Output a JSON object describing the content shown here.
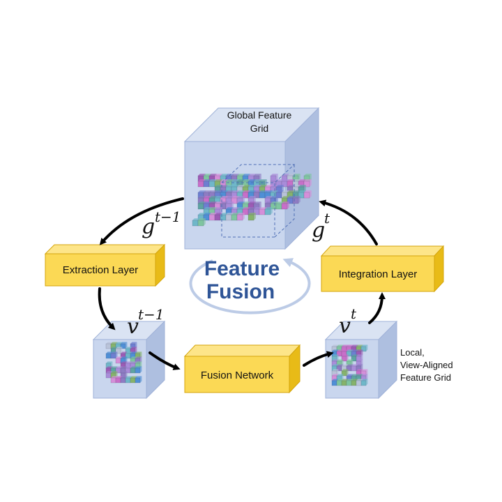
{
  "global_grid": {
    "label_line1": "Global Feature",
    "label_line2": "Grid"
  },
  "local_grid": {
    "label_line1": "Local,",
    "label_line2": "View-Aligned",
    "label_line3": "Feature Grid"
  },
  "layers": {
    "extraction": "Extraction Layer",
    "integration": "Integration Layer",
    "fusion_network": "Fusion Network"
  },
  "center": {
    "line1": "Feature",
    "line2": "Fusion"
  },
  "symbols": {
    "g_prev": {
      "base": "g",
      "sup": "t−1"
    },
    "g_curr": {
      "base": "g",
      "sup": "t"
    },
    "v_prev": {
      "base": "v",
      "sup": "t−1"
    },
    "v_curr": {
      "base": "v",
      "sup": "t"
    }
  },
  "colors": {
    "cube_front": "#c9d6ee",
    "cube_top": "#dae3f3",
    "cube_side": "#aebfe0",
    "cube_edge": "#9fb2d8",
    "box_front": "#fbd955",
    "box_top": "#fde589",
    "box_side": "#e8bb17",
    "box_edge": "#d4a40a",
    "fusion_text": "#2f5597",
    "fusion_arrow": "#bccbe6",
    "arrow": "#000000",
    "voxels": [
      "#8e7cc3",
      "#4f8fd6",
      "#7fc5a0",
      "#c86fc9",
      "#6fb7c9",
      "#a98cd9",
      "#9c5bb5",
      "#5ea3a3",
      "#b9c3d9",
      "#6d7fd1",
      "#d58fd9",
      "#86b36b"
    ]
  }
}
